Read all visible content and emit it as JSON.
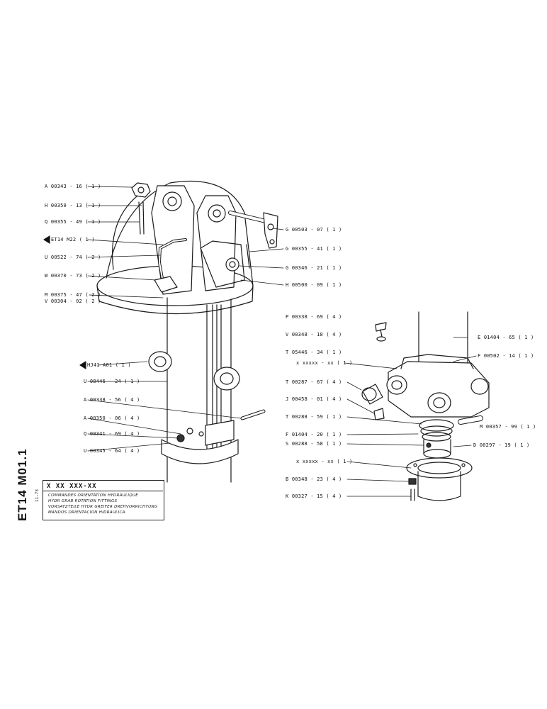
{
  "labels_left": [
    {
      "id": "a00343",
      "text": "A 00343 - 16 ( 1 )"
    },
    {
      "id": "h00350",
      "text": "H 00350 - 13 ( 1 )"
    },
    {
      "id": "q00355",
      "text": "Q 00355 - 49 ( 1 )"
    },
    {
      "id": "et14m22",
      "text": "ET14 M22  ( 1 )"
    },
    {
      "id": "u00522",
      "text": "U 00522 - 74 ( 2 )"
    },
    {
      "id": "w00370",
      "text": "W 00370 - 73 ( 2 )"
    },
    {
      "id": "m00375",
      "text": "M 00375 - 47 ( 2 )"
    },
    {
      "id": "v00304",
      "text": "V 00304 - 02 ( 2 )"
    },
    {
      "id": "hj41",
      "text": "HJ41  A01   ( 1 )"
    },
    {
      "id": "u08446",
      "text": "U 08446 - 24 ( 1 )"
    },
    {
      "id": "a00338",
      "text": "A 00338 - 56 ( 4 )"
    },
    {
      "id": "a00350",
      "text": "A 00350 - 06 ( 4 )"
    },
    {
      "id": "q00341",
      "text": "Q 00341 - 69 ( 4 )"
    },
    {
      "id": "u00345",
      "text": "U 00345 - 64 ( 4 )"
    }
  ],
  "labels_right": [
    {
      "id": "g00503",
      "text": "G 00503 - 07 ( 1 )"
    },
    {
      "id": "g00355",
      "text": "G 00355 - 41 ( 1 )"
    },
    {
      "id": "g00346",
      "text": "G 00346 - 21 ( 1 )"
    },
    {
      "id": "h00500",
      "text": "H 00500 - 09 ( 1 )"
    },
    {
      "id": "p00338",
      "text": "P 00338 - 69 ( 4 )"
    },
    {
      "id": "v00348",
      "text": "V 00348 - 18 ( 4 )"
    },
    {
      "id": "e01404",
      "text": "E 01404 - 65 ( 1 )"
    },
    {
      "id": "t05446",
      "text": "T 05446 - 34 ( 1 )"
    },
    {
      "id": "f00502",
      "text": "F 00502 - 14 ( 1 )"
    },
    {
      "id": "xxxxxx1",
      "text": "x xxxxx - xx ( 1 )"
    },
    {
      "id": "t00287",
      "text": "T 00287 - 67 ( 4 )"
    },
    {
      "id": "j00458",
      "text": "J 00458 - 01 ( 4 )"
    },
    {
      "id": "t00288",
      "text": "T 00288 - 59 ( 1 )"
    },
    {
      "id": "m00357",
      "text": "M 00357 - 99 ( 1 )"
    },
    {
      "id": "f01404",
      "text": "F 01404 - 20 ( 1 )"
    },
    {
      "id": "s00288",
      "text": "S 00288 - 58 ( 1 )"
    },
    {
      "id": "d00297",
      "text": "D 00297 - 19 ( 1 )"
    },
    {
      "id": "xxxxxx2",
      "text": "x xxxxx - xx ( 1 )"
    },
    {
      "id": "b00348",
      "text": "B 00348 - 23 ( 4 )"
    },
    {
      "id": "k00327",
      "text": "K 00327 - 15 ( 4 )"
    }
  ],
  "sheet": {
    "side_code": "ET14 M01.1",
    "side_date": "11-73",
    "title_code": "X XX XXX-XX",
    "descriptions": [
      "COMMANDES ORIENTATION HYDRAULIQUE",
      "HYDR GRAB ROTATION FITTINGS",
      "VORSATZTEILE HYDR GREIFER DREHVORRICHTUNG",
      "MANDOS ORIENTACION HIDRAULICA"
    ]
  }
}
